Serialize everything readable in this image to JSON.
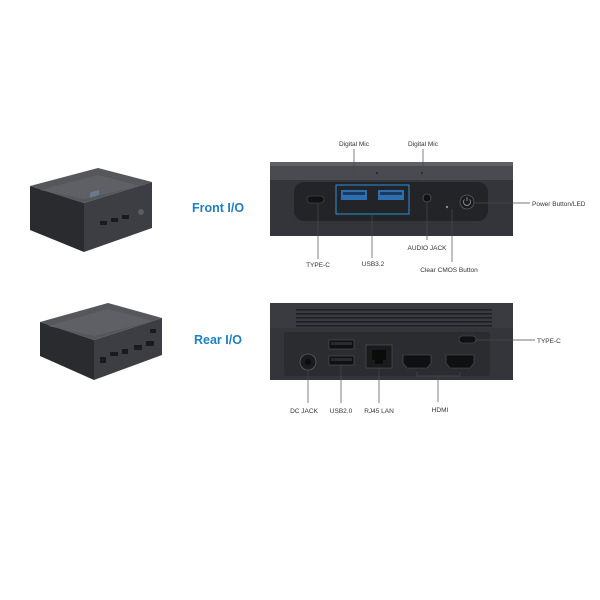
{
  "sections": {
    "front": "Front I/O",
    "rear": "Rear I/O"
  },
  "front_labels": {
    "digital_mic_left": "Digital Mic",
    "digital_mic_right": "Digital Mic",
    "type_c": "TYPE-C",
    "usb32": "USB3.2",
    "audio_jack": "AUDIO JACK",
    "clear_cmos": "Clear CMOS Button",
    "power_button": "Power Button/LED"
  },
  "rear_labels": {
    "type_c": "TYPE-C",
    "dc_jack": "DC JACK",
    "usb20": "USB2.0",
    "rj45": "RJ45 LAN",
    "hdmi": "HDMI"
  },
  "colors": {
    "accent": "#1f7fc4",
    "highlight": "#2a8fd8",
    "chassis": "#3b3c40",
    "panel": "#2b2c30"
  }
}
